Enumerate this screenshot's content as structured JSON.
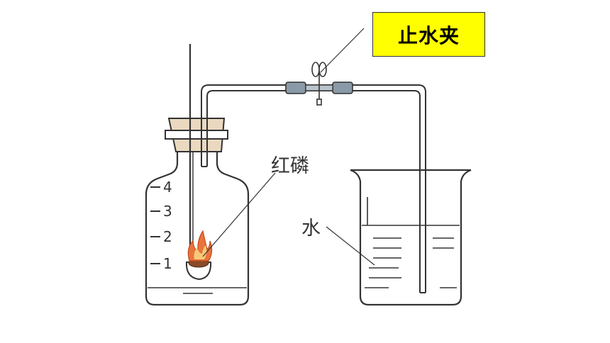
{
  "labels": {
    "clamp": "止水夹",
    "phosphorus": "红磷",
    "water": "水"
  },
  "scale_marks": [
    "4",
    "3",
    "2",
    "1"
  ],
  "colors": {
    "callout_background": "#ffff00",
    "flame": "#e8743c",
    "line": "#333333"
  }
}
